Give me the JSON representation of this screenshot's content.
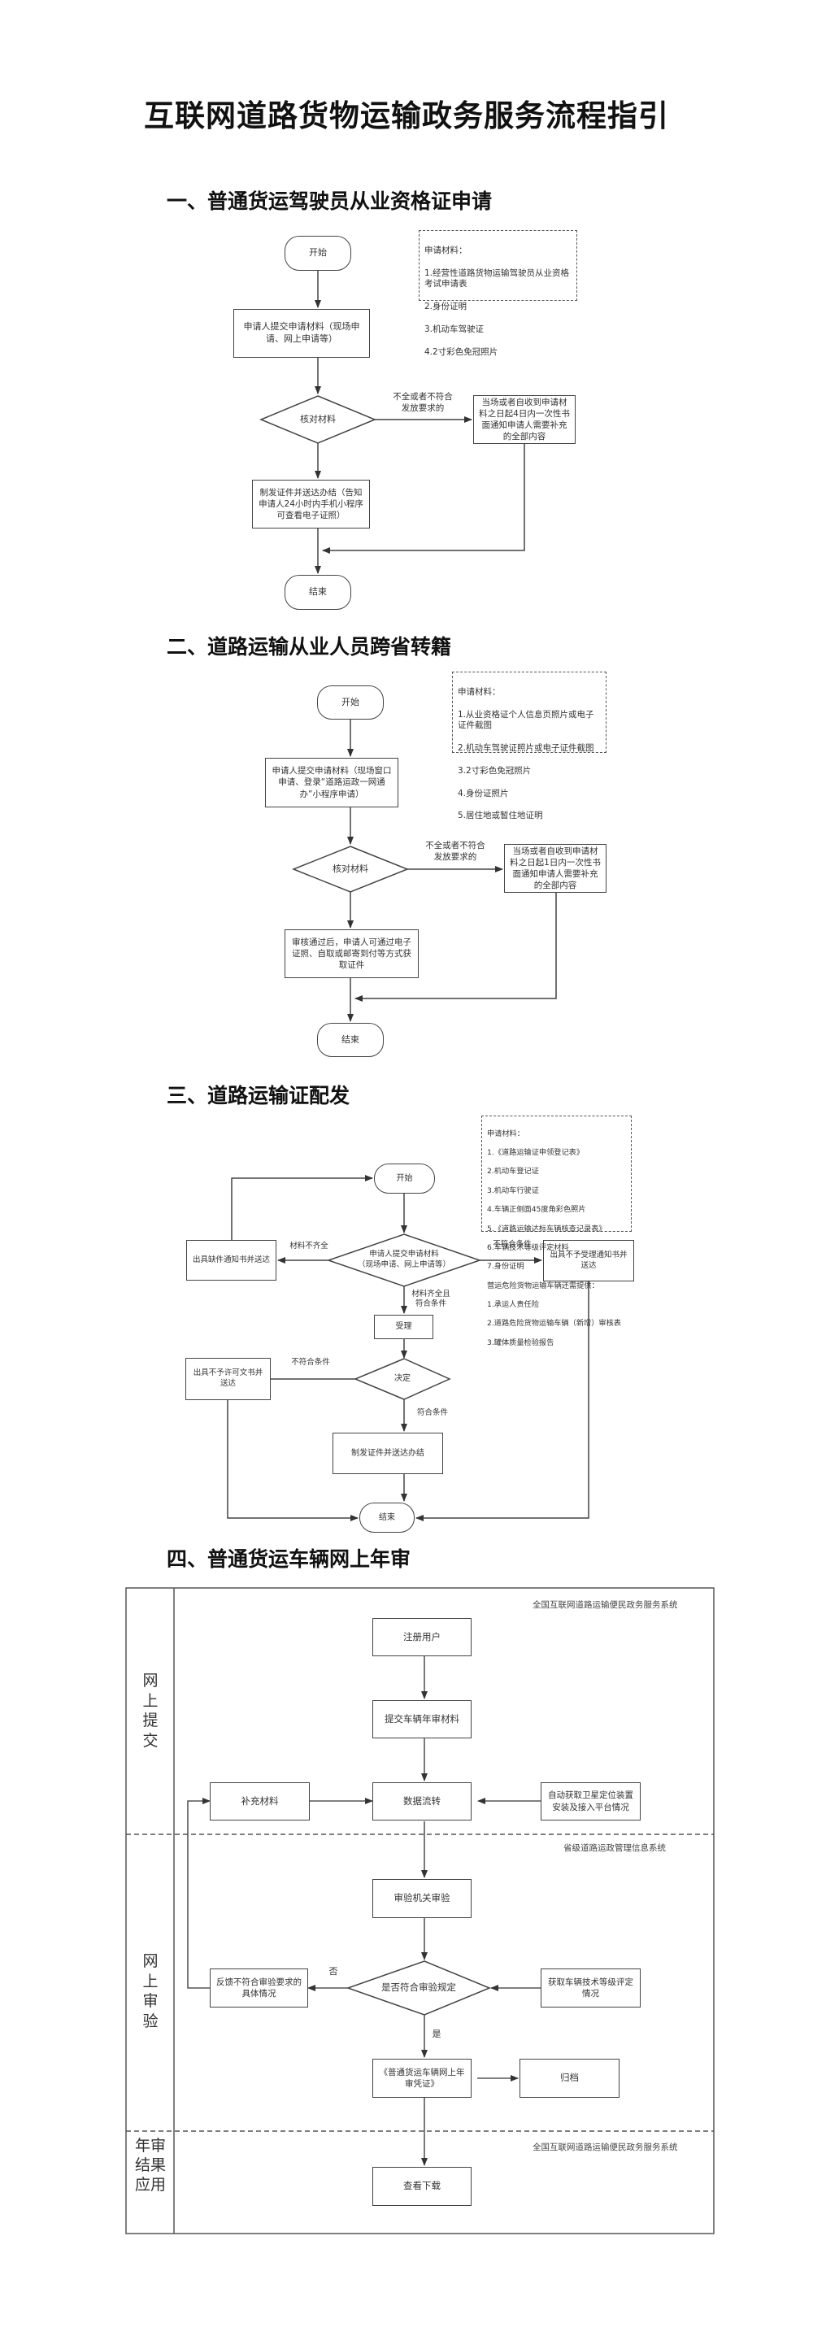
{
  "title": "互联网道路货物运输政务服务流程指引",
  "sections": [
    {
      "heading": "一、普通货运驾驶员从业资格证申请",
      "start": "开始",
      "apply": "申请人提交申请材料（现场申请、网上申请等）",
      "check": "核对材料",
      "branch_label": "不全或者不符合\n发放要求的",
      "notify": "当场或者自收到申请材料之日起4日内一次性书面通知申请人需要补充的全部内容",
      "result": "制发证件并送达办结（告知申请人24小时内手机小程序可查看电子证照）",
      "end": "结束",
      "materials_title": "申请材料：",
      "materials": [
        "1.经营性道路货物运输驾驶员从业资格考试申请表",
        "2.身份证明",
        "3.机动车驾驶证",
        "4.2寸彩色免冠照片"
      ]
    },
    {
      "heading": "二、道路运输从业人员跨省转籍",
      "start": "开始",
      "apply": "申请人提交申请材料（现场窗口申请、登录“道路运政一网通办”小程序申请）",
      "check": "核对材料",
      "branch_label": "不全或者不符合\n发放要求的",
      "notify": "当场或者自收到申请材料之日起1日内一次性书面通知申请人需要补充的全部内容",
      "result": "审核通过后，申请人可通过电子证照、自取或邮寄到付等方式获取证件",
      "end": "结束",
      "materials_title": "申请材料：",
      "materials": [
        "1.从业资格证个人信息页照片或电子证件截图",
        "2.机动车驾驶证照片或电子证件截图",
        "3.2寸彩色免冠照片",
        "4.身份证照片",
        "5.居住地或暂住地证明"
      ]
    },
    {
      "heading": "三、道路运输证配发",
      "start": "开始",
      "apply": "申请人提交申请材料\n（现场申请、网上申请等）",
      "left_label": "材料不齐全",
      "left_box": "出具缺件通知书并送达",
      "right_label": "不符合条件",
      "right_box": "出具不予受理通知书并送达",
      "down_label": "材料齐全且\n符合条件",
      "accept": "受理",
      "decide": "决定",
      "decide_left_label": "不符合条件",
      "decide_left_box": "出具不予许可文书并送达",
      "decide_down_label": "符合条件",
      "result": "制发证件并送达办结",
      "end": "结束",
      "materials_title": "申请材料：",
      "materials": [
        "1.《道路运输证申领登记表》",
        "2.机动车登记证",
        "3.机动车行驶证",
        "4.车辆正侧面45度角彩色照片",
        "5.《道路运输达标车辆核查记录表》",
        "6.车辆技术等级评定材料",
        "7.身份证明"
      ],
      "extra_title": "营运危险货物运输车辆还需提供：",
      "extra": [
        "1.承运人责任险",
        "2.道路危险货物运输车辆（新增）审核表",
        "3.罐体质量检验报告"
      ]
    },
    {
      "heading": "四、普通货运车辆网上年审",
      "lanes": [
        {
          "label": "网\n上\n提\n交",
          "system": "全国互联网道路运输便民政务服务系统"
        },
        {
          "label": "网\n上\n审\n验",
          "system": "省级道路运政管理信息系统"
        },
        {
          "label": "年审\n结果\n应用",
          "system": "全国互联网道路运输便民政务服务系统"
        }
      ],
      "register": "注册用户",
      "submit": "提交车辆年审材料",
      "supplement": "补充材料",
      "data_flow": "数据流转",
      "gps": "自动获取卫星定位装置安装及接入平台情况",
      "review": "审验机关审验",
      "compliant": "是否符合审验规定",
      "no_label": "否",
      "yes_label": "是",
      "feedback": "反馈不符合审验要求的具体情况",
      "tech_grade": "获取车辆技术等级评定情况",
      "certificate": "《普通货运车辆网上年审凭证》",
      "archive": "归档",
      "download": "查看下载"
    }
  ]
}
